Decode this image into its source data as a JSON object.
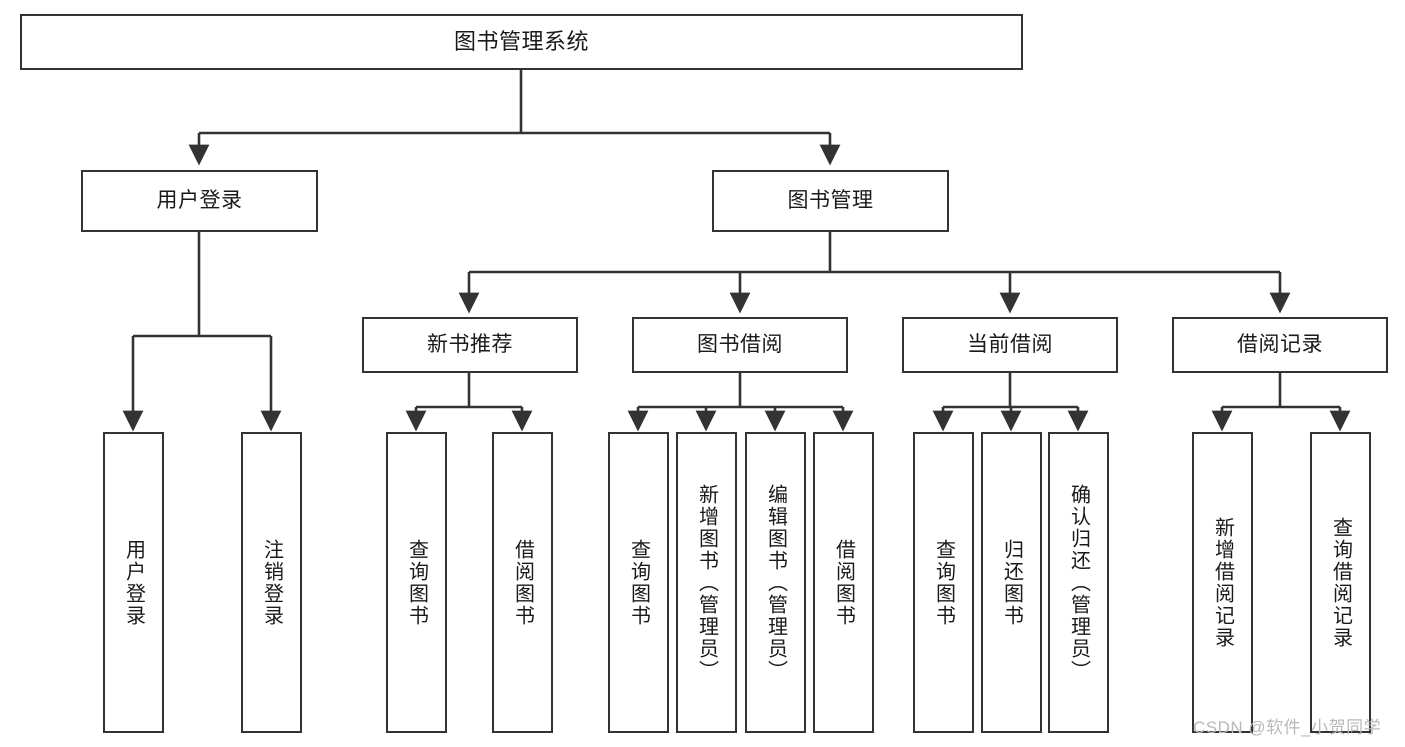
{
  "diagram": {
    "title": "图书管理系统",
    "type": "hierarchy-tree",
    "watermark": "CSDN @软件_小贺同学",
    "colors": {
      "box_border": "#333333",
      "box_fill": "#ffffff",
      "edge": "#333333",
      "text": "#1a1a1a",
      "watermark": "#b9b9b9"
    },
    "root": {
      "label": "图书管理系统"
    },
    "level2": [
      {
        "label": "用户登录"
      },
      {
        "label": "图书管理"
      }
    ],
    "level3": [
      {
        "label": "新书推荐"
      },
      {
        "label": "图书借阅"
      },
      {
        "label": "当前借阅"
      },
      {
        "label": "借阅记录"
      }
    ],
    "leaves": {
      "user_login": [
        {
          "label": "用户登录"
        },
        {
          "label": "注销登录"
        }
      ],
      "new_book_recommend": [
        {
          "label": "查询图书"
        },
        {
          "label": "借阅图书"
        }
      ],
      "book_borrow": [
        {
          "label": "查询图书"
        },
        {
          "label": "新增图书（管理员）"
        },
        {
          "label": "编辑图书（管理员）"
        },
        {
          "label": "借阅图书"
        }
      ],
      "current_borrow": [
        {
          "label": "查询图书"
        },
        {
          "label": "归还图书"
        },
        {
          "label": "确认归还（管理员）"
        }
      ],
      "borrow_record": [
        {
          "label": "新增借阅记录"
        },
        {
          "label": "查询借阅记录"
        }
      ]
    }
  }
}
